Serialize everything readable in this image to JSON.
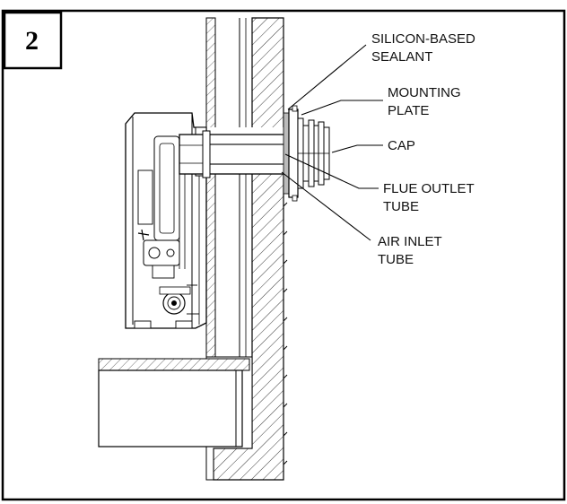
{
  "figure": {
    "step_number": "2"
  },
  "labels": {
    "sealant": {
      "line1": "SILICON-BASED",
      "line2": "SEALANT"
    },
    "mounting_plate": {
      "line1": "MOUNTING",
      "line2": "PLATE"
    },
    "cap": {
      "line1": "CAP"
    },
    "flue_outlet": {
      "line1": "FLUE OUTLET",
      "line2": "TUBE"
    },
    "air_inlet": {
      "line1": "AIR INLET",
      "line2": "TUBE"
    }
  }
}
